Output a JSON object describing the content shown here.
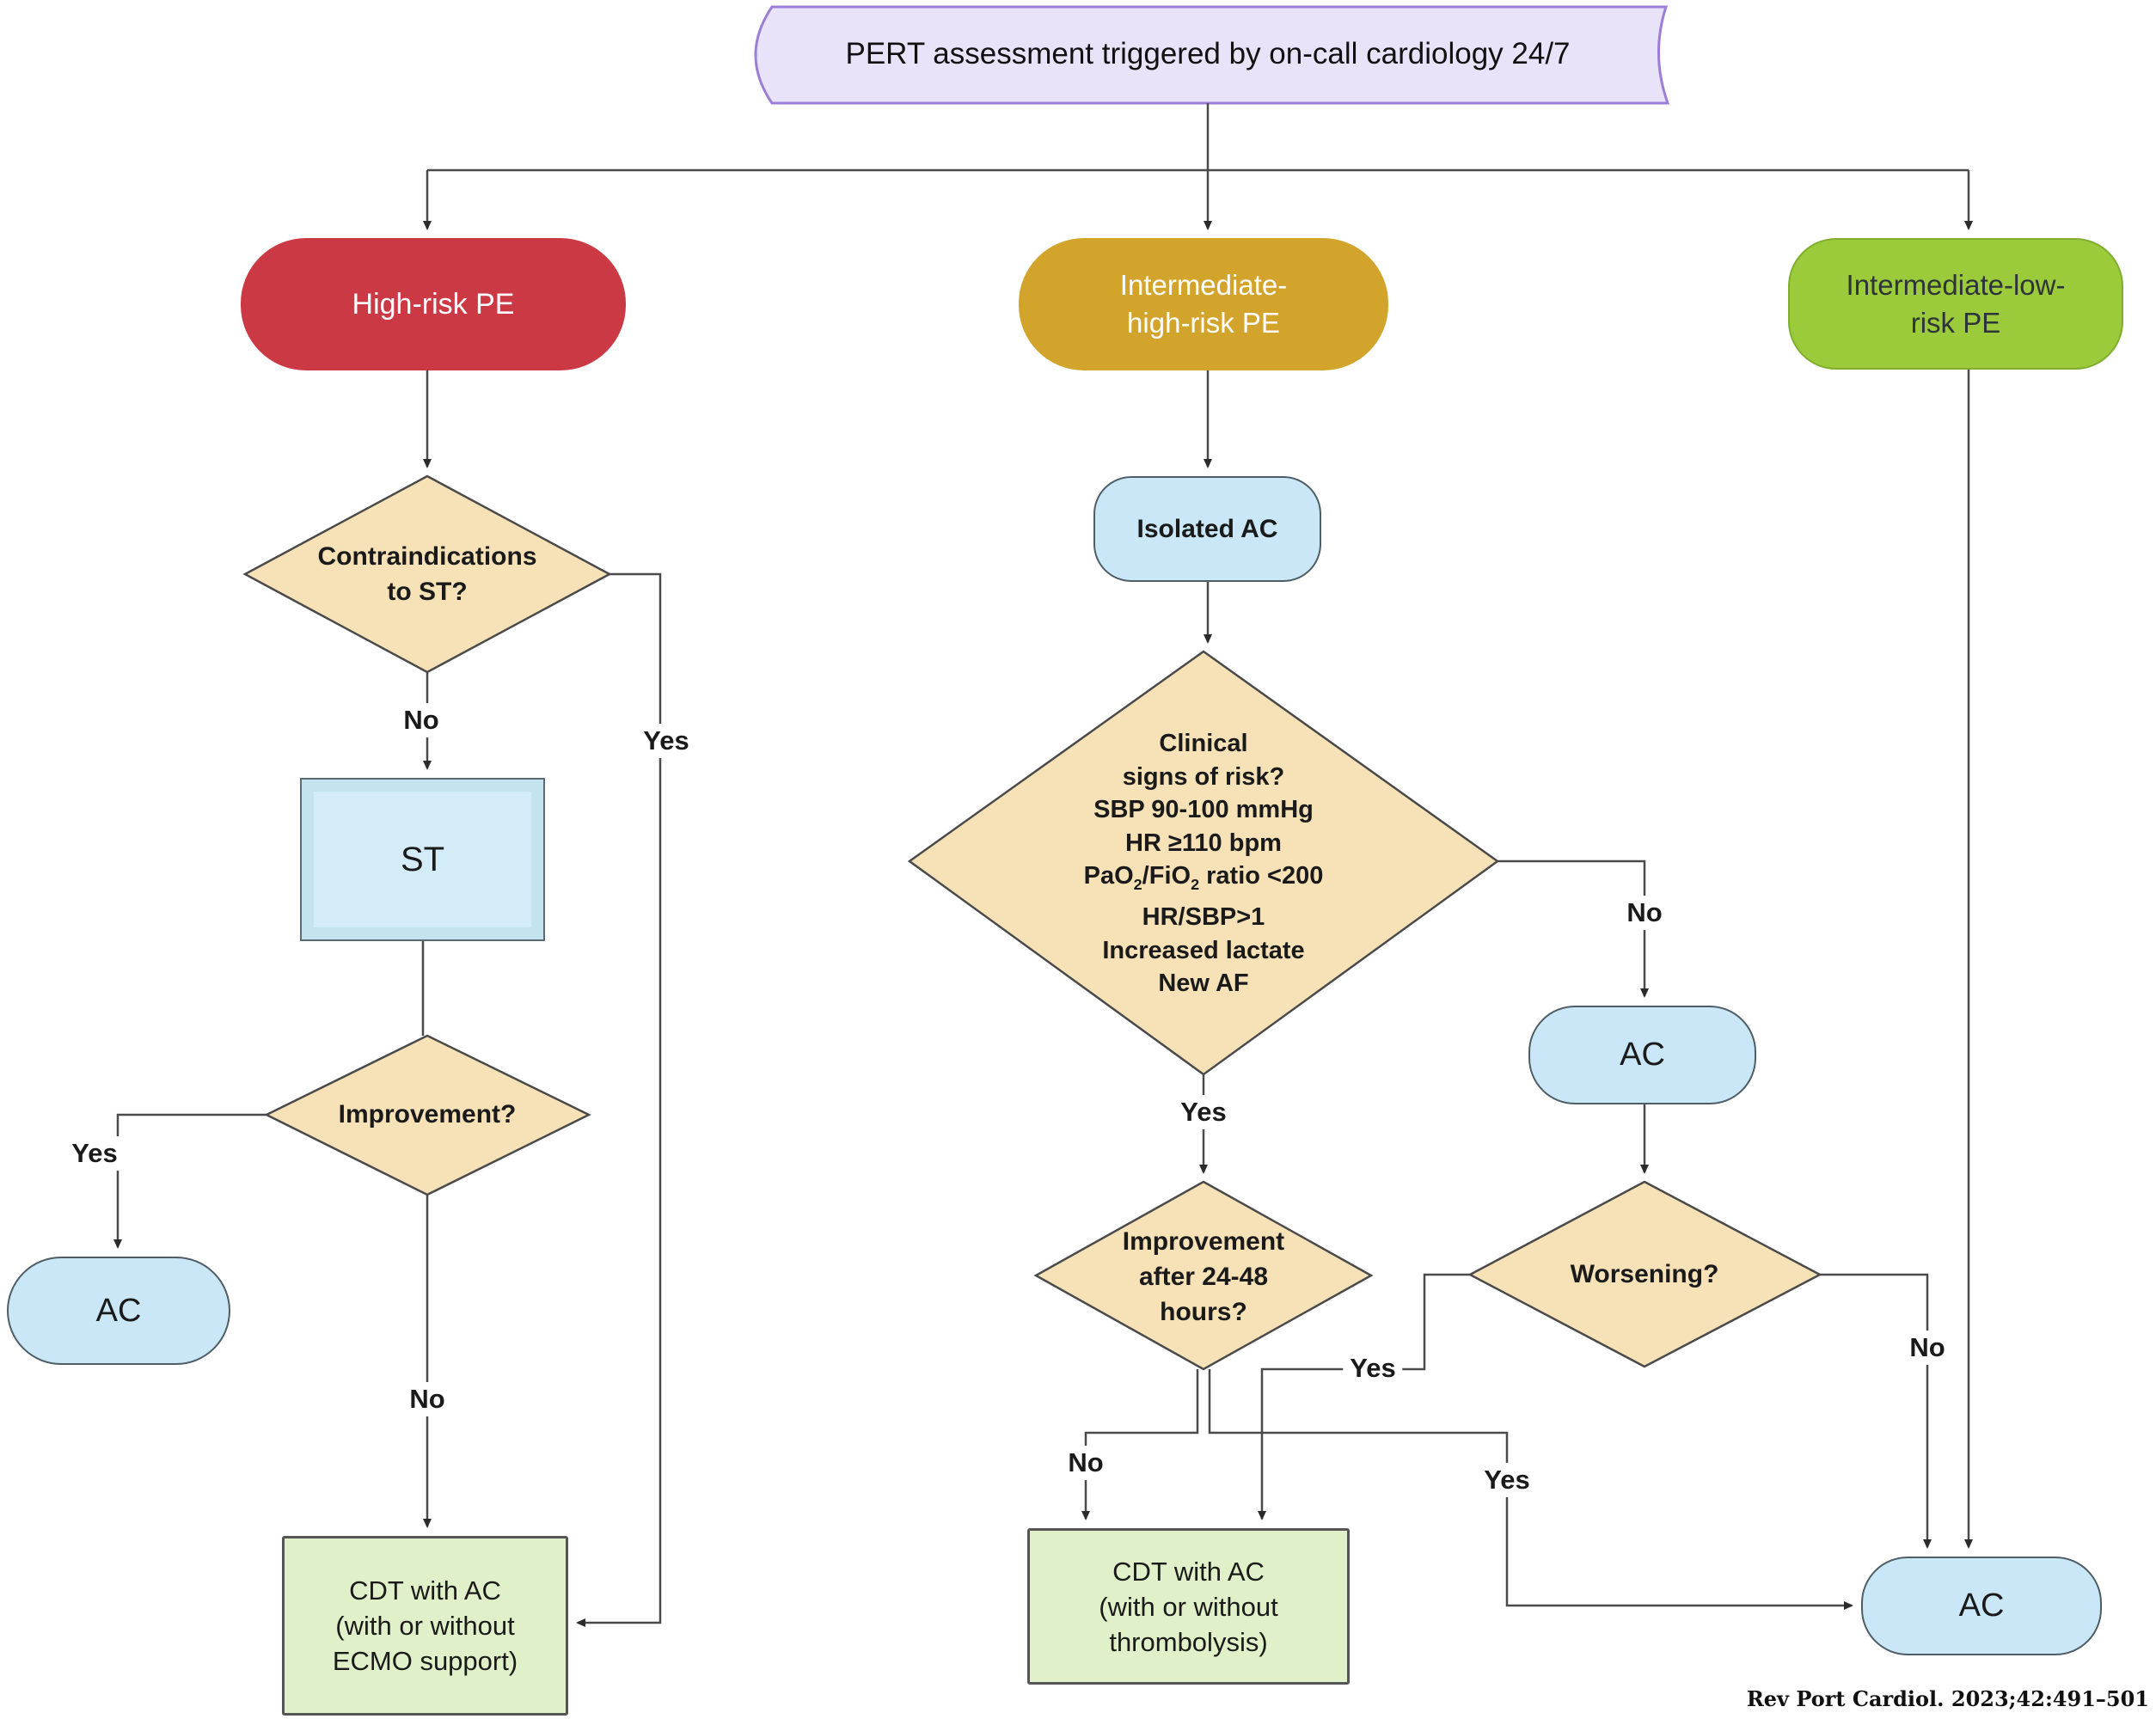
{
  "title_banner": "PERT assessment triggered by on-call cardiology 24/7",
  "branches": {
    "high_risk": {
      "label": "High-risk PE"
    },
    "intermediate_high": {
      "label": "Intermediate-\nhigh-risk PE"
    },
    "intermediate_low": {
      "label": "Intermediate-low-\nrisk PE"
    }
  },
  "nodes": {
    "contraindications": {
      "label": "Contraindications\nto ST?"
    },
    "st": {
      "label": "ST"
    },
    "improvement": {
      "label": "Improvement?"
    },
    "ac_left": {
      "label": "AC"
    },
    "cdt_left": {
      "label": "CDT with AC\n(with or without\nECMO support)"
    },
    "isolated_ac": {
      "label": "Isolated AC"
    },
    "clinical_signs": {
      "line1": "Clinical",
      "line2": "signs of risk?",
      "line3": "SBP 90-100 mmHg",
      "line4": "HR ≥110 bpm",
      "line5": {
        "a": "PaO",
        "a_sub": "2",
        "b": "/FiO",
        "b_sub": "2",
        "c": " ratio <200"
      },
      "line6": "HR/SBP>1",
      "line7": "Increased lactate",
      "line8": "New AF"
    },
    "improvement_24_48": {
      "label": "Improvement\nafter 24-48\nhours?"
    },
    "ac_mid": {
      "label": "AC"
    },
    "worsening": {
      "label": "Worsening?"
    },
    "cdt_mid": {
      "label": "CDT with AC\n(with or without\nthrombolysis)"
    },
    "ac_bottom": {
      "label": "AC"
    }
  },
  "edge_labels": {
    "contraindications_no": "No",
    "contraindications_yes": "Yes",
    "improvement_yes": "Yes",
    "improvement_no": "No",
    "signs_yes": "Yes",
    "signs_no": "No",
    "improvement_24_48_no": "No",
    "improvement_24_48_yes": "Yes",
    "worsening_yes": "Yes",
    "worsening_no": "No"
  },
  "citation": "Rev Port Cardiol. 2023;42:491–501",
  "colors": {
    "high_risk": "#cb3944",
    "intermediate_high": "#d2a42b",
    "intermediate_low": "#9bcb3b",
    "banner_fill": "#e9e3fa",
    "banner_border": "#9c7ed6",
    "decision_fill": "#f7e2b8",
    "treatment_blue": "#c9e7f6",
    "outcome_green": "#e0f0c8",
    "connector": "#4a4a4a"
  }
}
